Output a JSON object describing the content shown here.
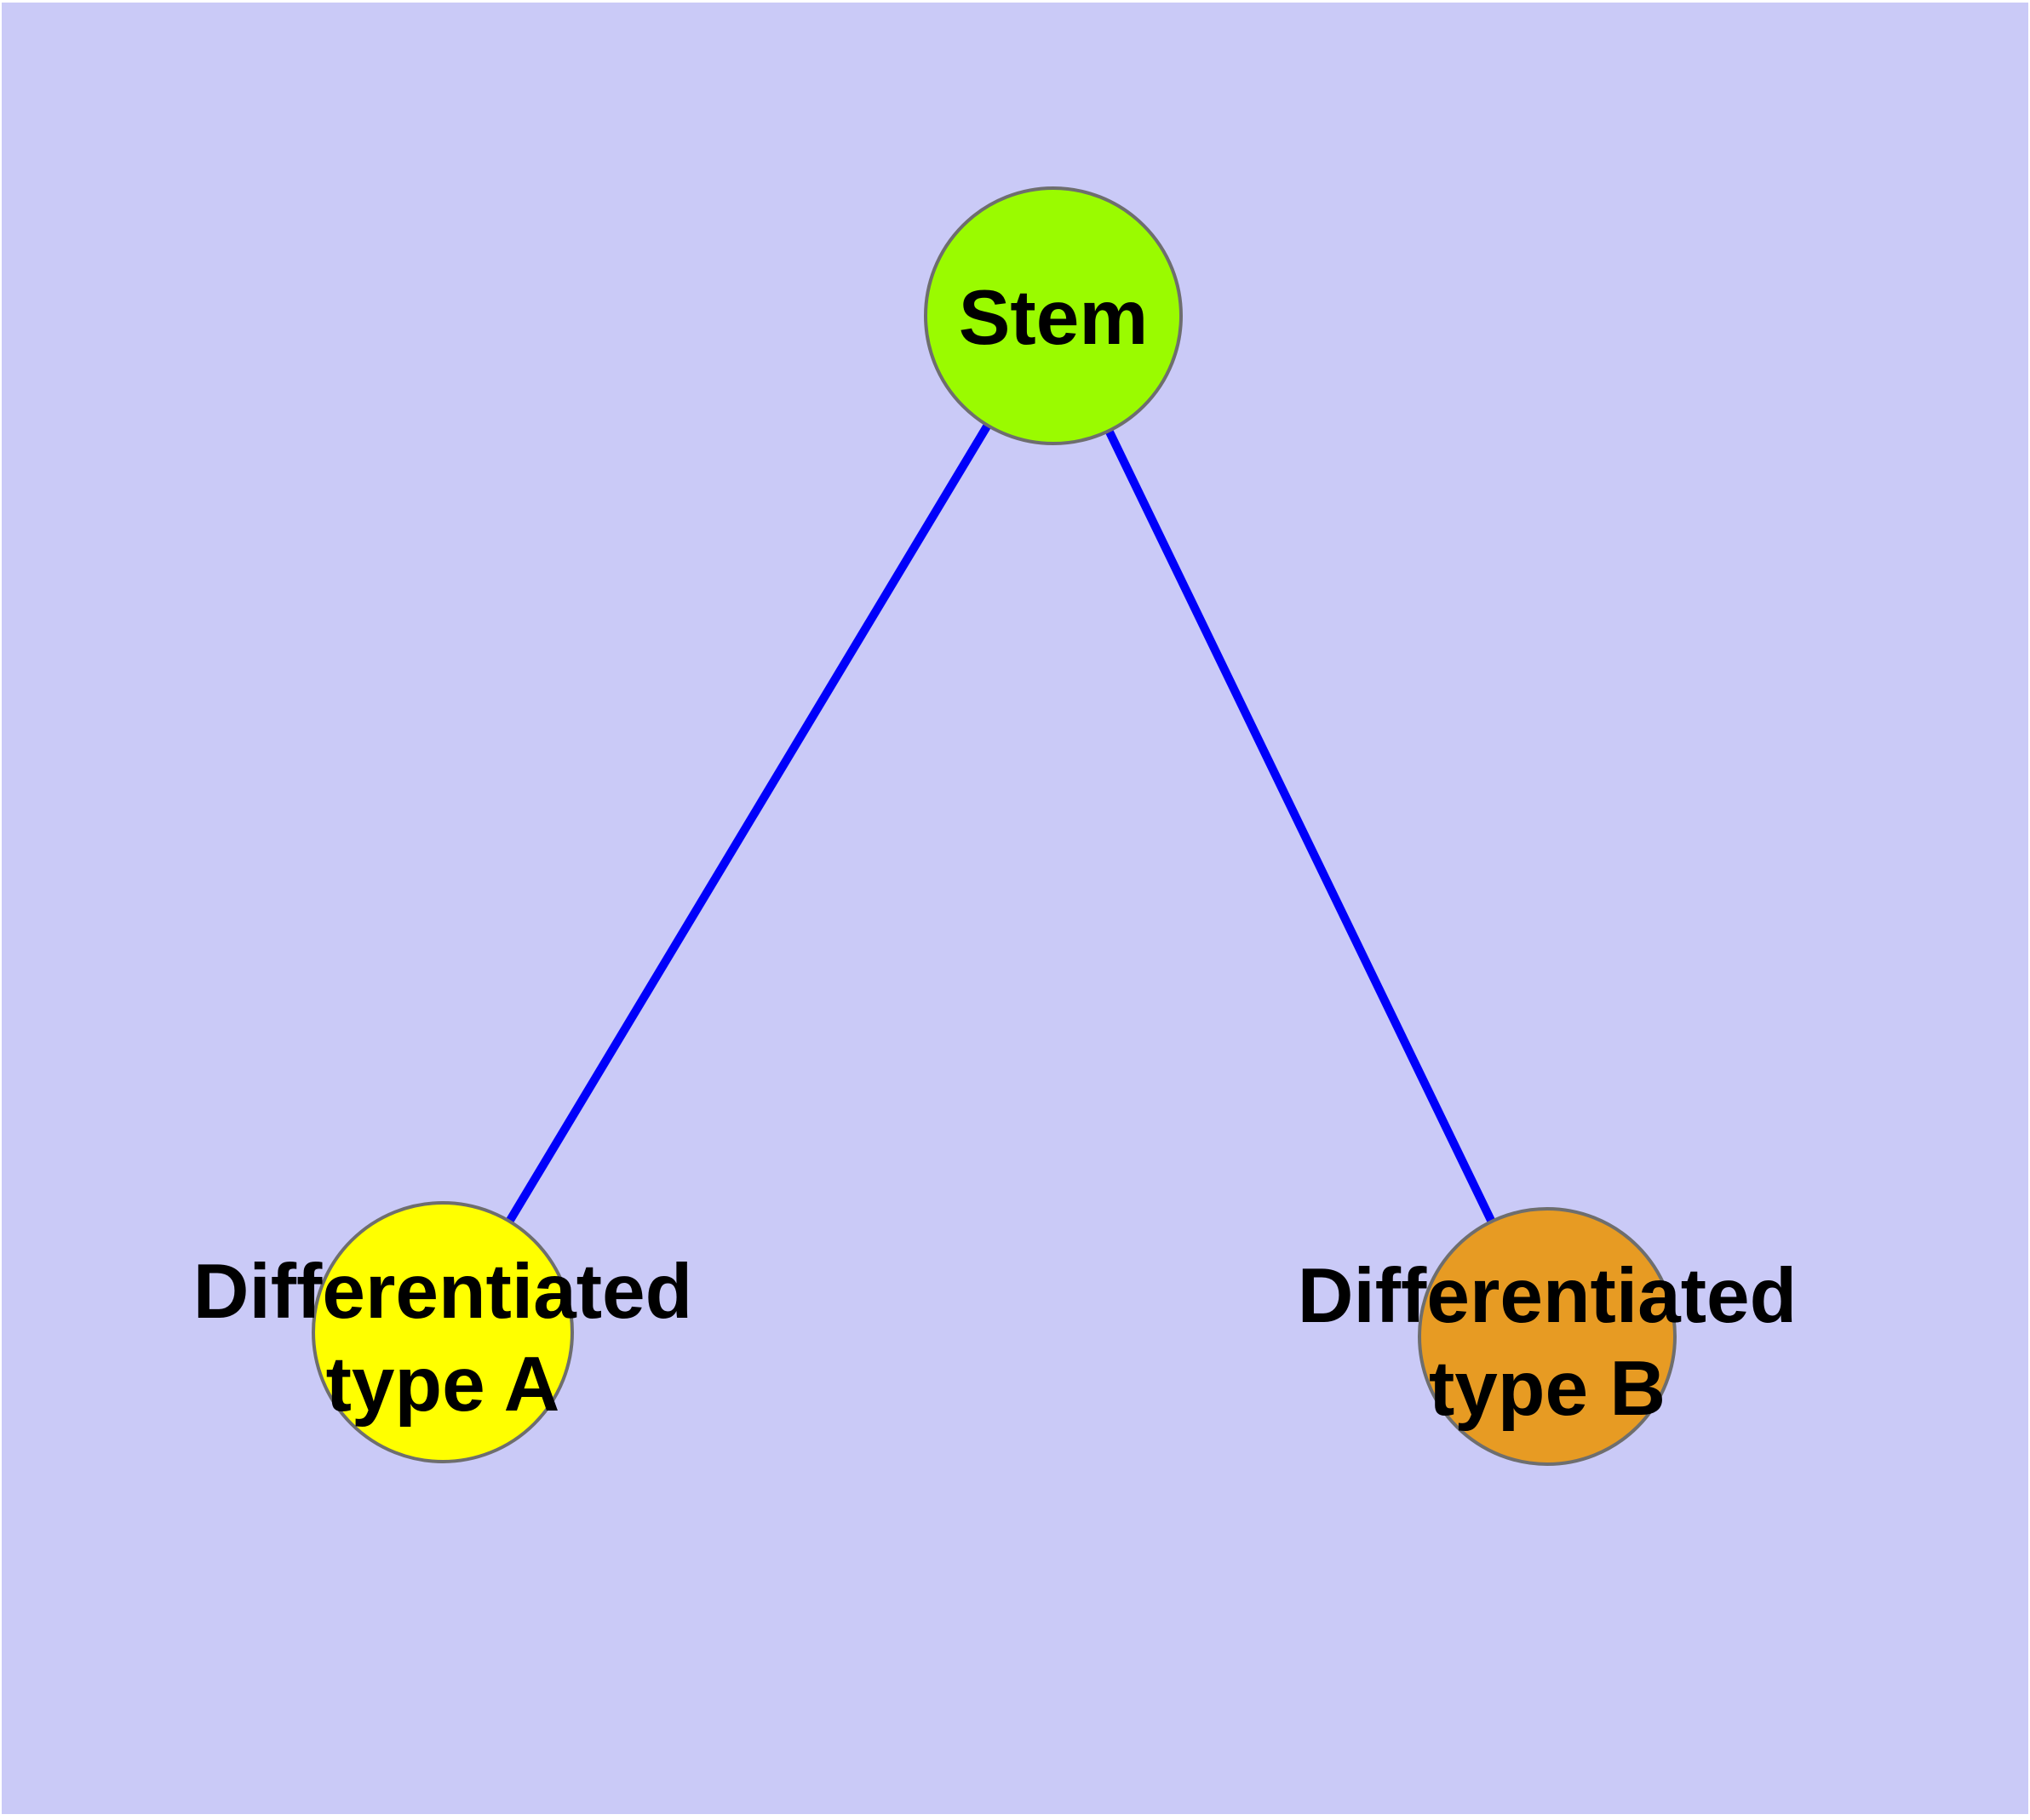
{
  "diagram": {
    "background_color": "#cacaf7",
    "edge_color": "#0000fa",
    "node_border_color": "#6e6e6e",
    "label_color": "#000000",
    "nodes": [
      {
        "id": "stem",
        "label": "Stem",
        "fill": "#9afb00"
      },
      {
        "id": "differentiated-type-a",
        "label": "Differentiated type A",
        "line1": "Differentiated",
        "line2": "type A",
        "fill": "#ffff00"
      },
      {
        "id": "differentiated-type-b",
        "label": "Differentiated type B",
        "line1": "Differentiated",
        "line2": "type B",
        "fill": "#e79b23"
      }
    ],
    "edges": [
      {
        "from": "Stem",
        "to": "Differentiated type A"
      },
      {
        "from": "Stem",
        "to": "Differentiated type B"
      }
    ]
  }
}
